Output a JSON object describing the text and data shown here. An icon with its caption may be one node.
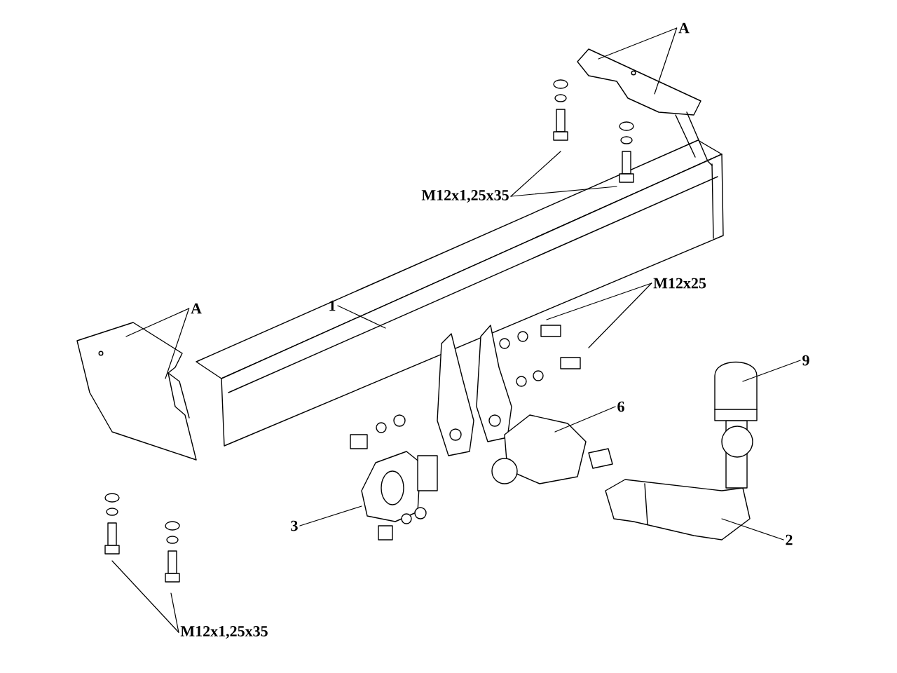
{
  "diagram": {
    "nodes": [
      {
        "text": [
          "A"
        ]
      },
      {
        "text": [
          "M12x1,25x35"
        ]
      },
      {
        "text": [
          "M12x25"
        ]
      },
      {
        "text": [
          "A"
        ]
      },
      {
        "text": [
          "1"
        ]
      },
      {
        "text": [
          "9"
        ]
      },
      {
        "text": [
          "6"
        ]
      },
      {
        "text": [
          "3"
        ]
      },
      {
        "text": [
          "2"
        ]
      },
      {
        "text": [
          "M12x1,25x35"
        ]
      }
    ],
    "edges": [
      {
        "from": 0,
        "to": null,
        "arrow": "none"
      },
      {
        "from": 0,
        "to": null,
        "arrow": "none"
      },
      {
        "from": 1,
        "to": null,
        "arrow": "none"
      },
      {
        "from": 1,
        "to": null,
        "arrow": "none"
      },
      {
        "from": 2,
        "to": null,
        "arrow": "none"
      },
      {
        "from": 2,
        "to": null,
        "arrow": "none"
      },
      {
        "from": 3,
        "to": null,
        "arrow": "none"
      },
      {
        "from": 3,
        "to": null,
        "arrow": "none"
      },
      {
        "from": 4,
        "to": null,
        "arrow": "none"
      },
      {
        "from": 5,
        "to": null,
        "arrow": "none"
      },
      {
        "from": 6,
        "to": null,
        "arrow": "none"
      },
      {
        "from": 7,
        "to": null,
        "arrow": "none"
      },
      {
        "from": 8,
        "to": null,
        "arrow": "none"
      },
      {
        "from": 9,
        "to": null,
        "arrow": "none"
      },
      {
        "from": 9,
        "to": null,
        "arrow": "none"
      }
    ]
  }
}
